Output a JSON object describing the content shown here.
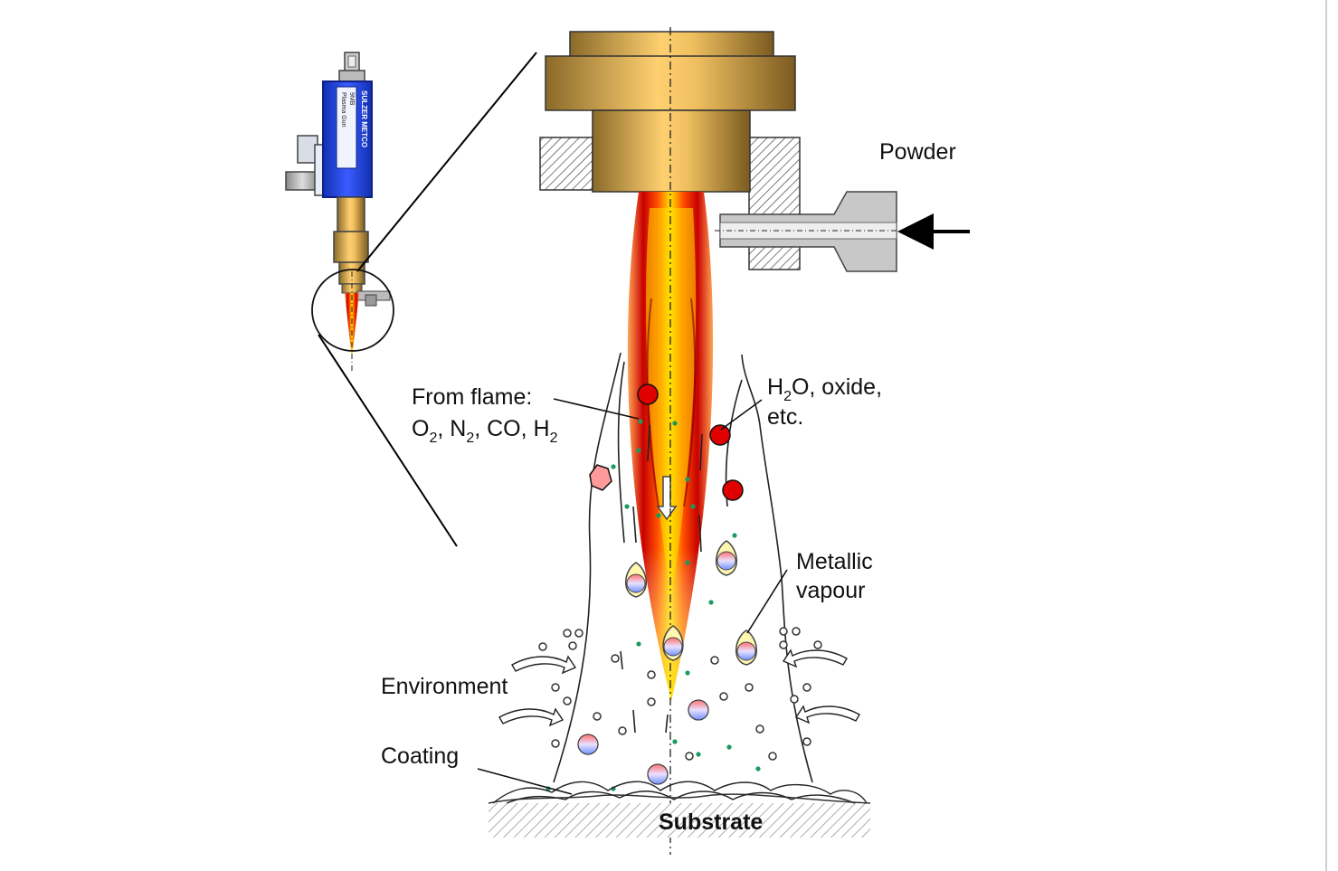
{
  "labels": {
    "powder": "Powder",
    "from_flame_line1": "From flame:",
    "o2_a": "O",
    "o2_b": "2",
    "o2_c": ", N",
    "n2_b": "2",
    "co": ", CO, H",
    "h2_b": "2",
    "h2o_a": "H",
    "h2o_b": "2",
    "h2o_c": "O, oxide,",
    "etc": "etc.",
    "metallic_line1": "Metallic",
    "metallic_line2": "vapour",
    "environment": "Environment",
    "coating": "Coating",
    "substrate": "Substrate"
  },
  "gun": {
    "brand_line1": "SULZER METCO",
    "brand_line2": "9MB",
    "brand_line3": "Plasma Gun"
  },
  "colors": {
    "gun_body": "#1f3fd8",
    "brass": "#c8a050",
    "flame_core": "#ffe000",
    "flame_mid": "#ff6a00",
    "flame_outer": "#c80000",
    "particle_red": "#e00000",
    "dot_green": "#1a9a60"
  }
}
